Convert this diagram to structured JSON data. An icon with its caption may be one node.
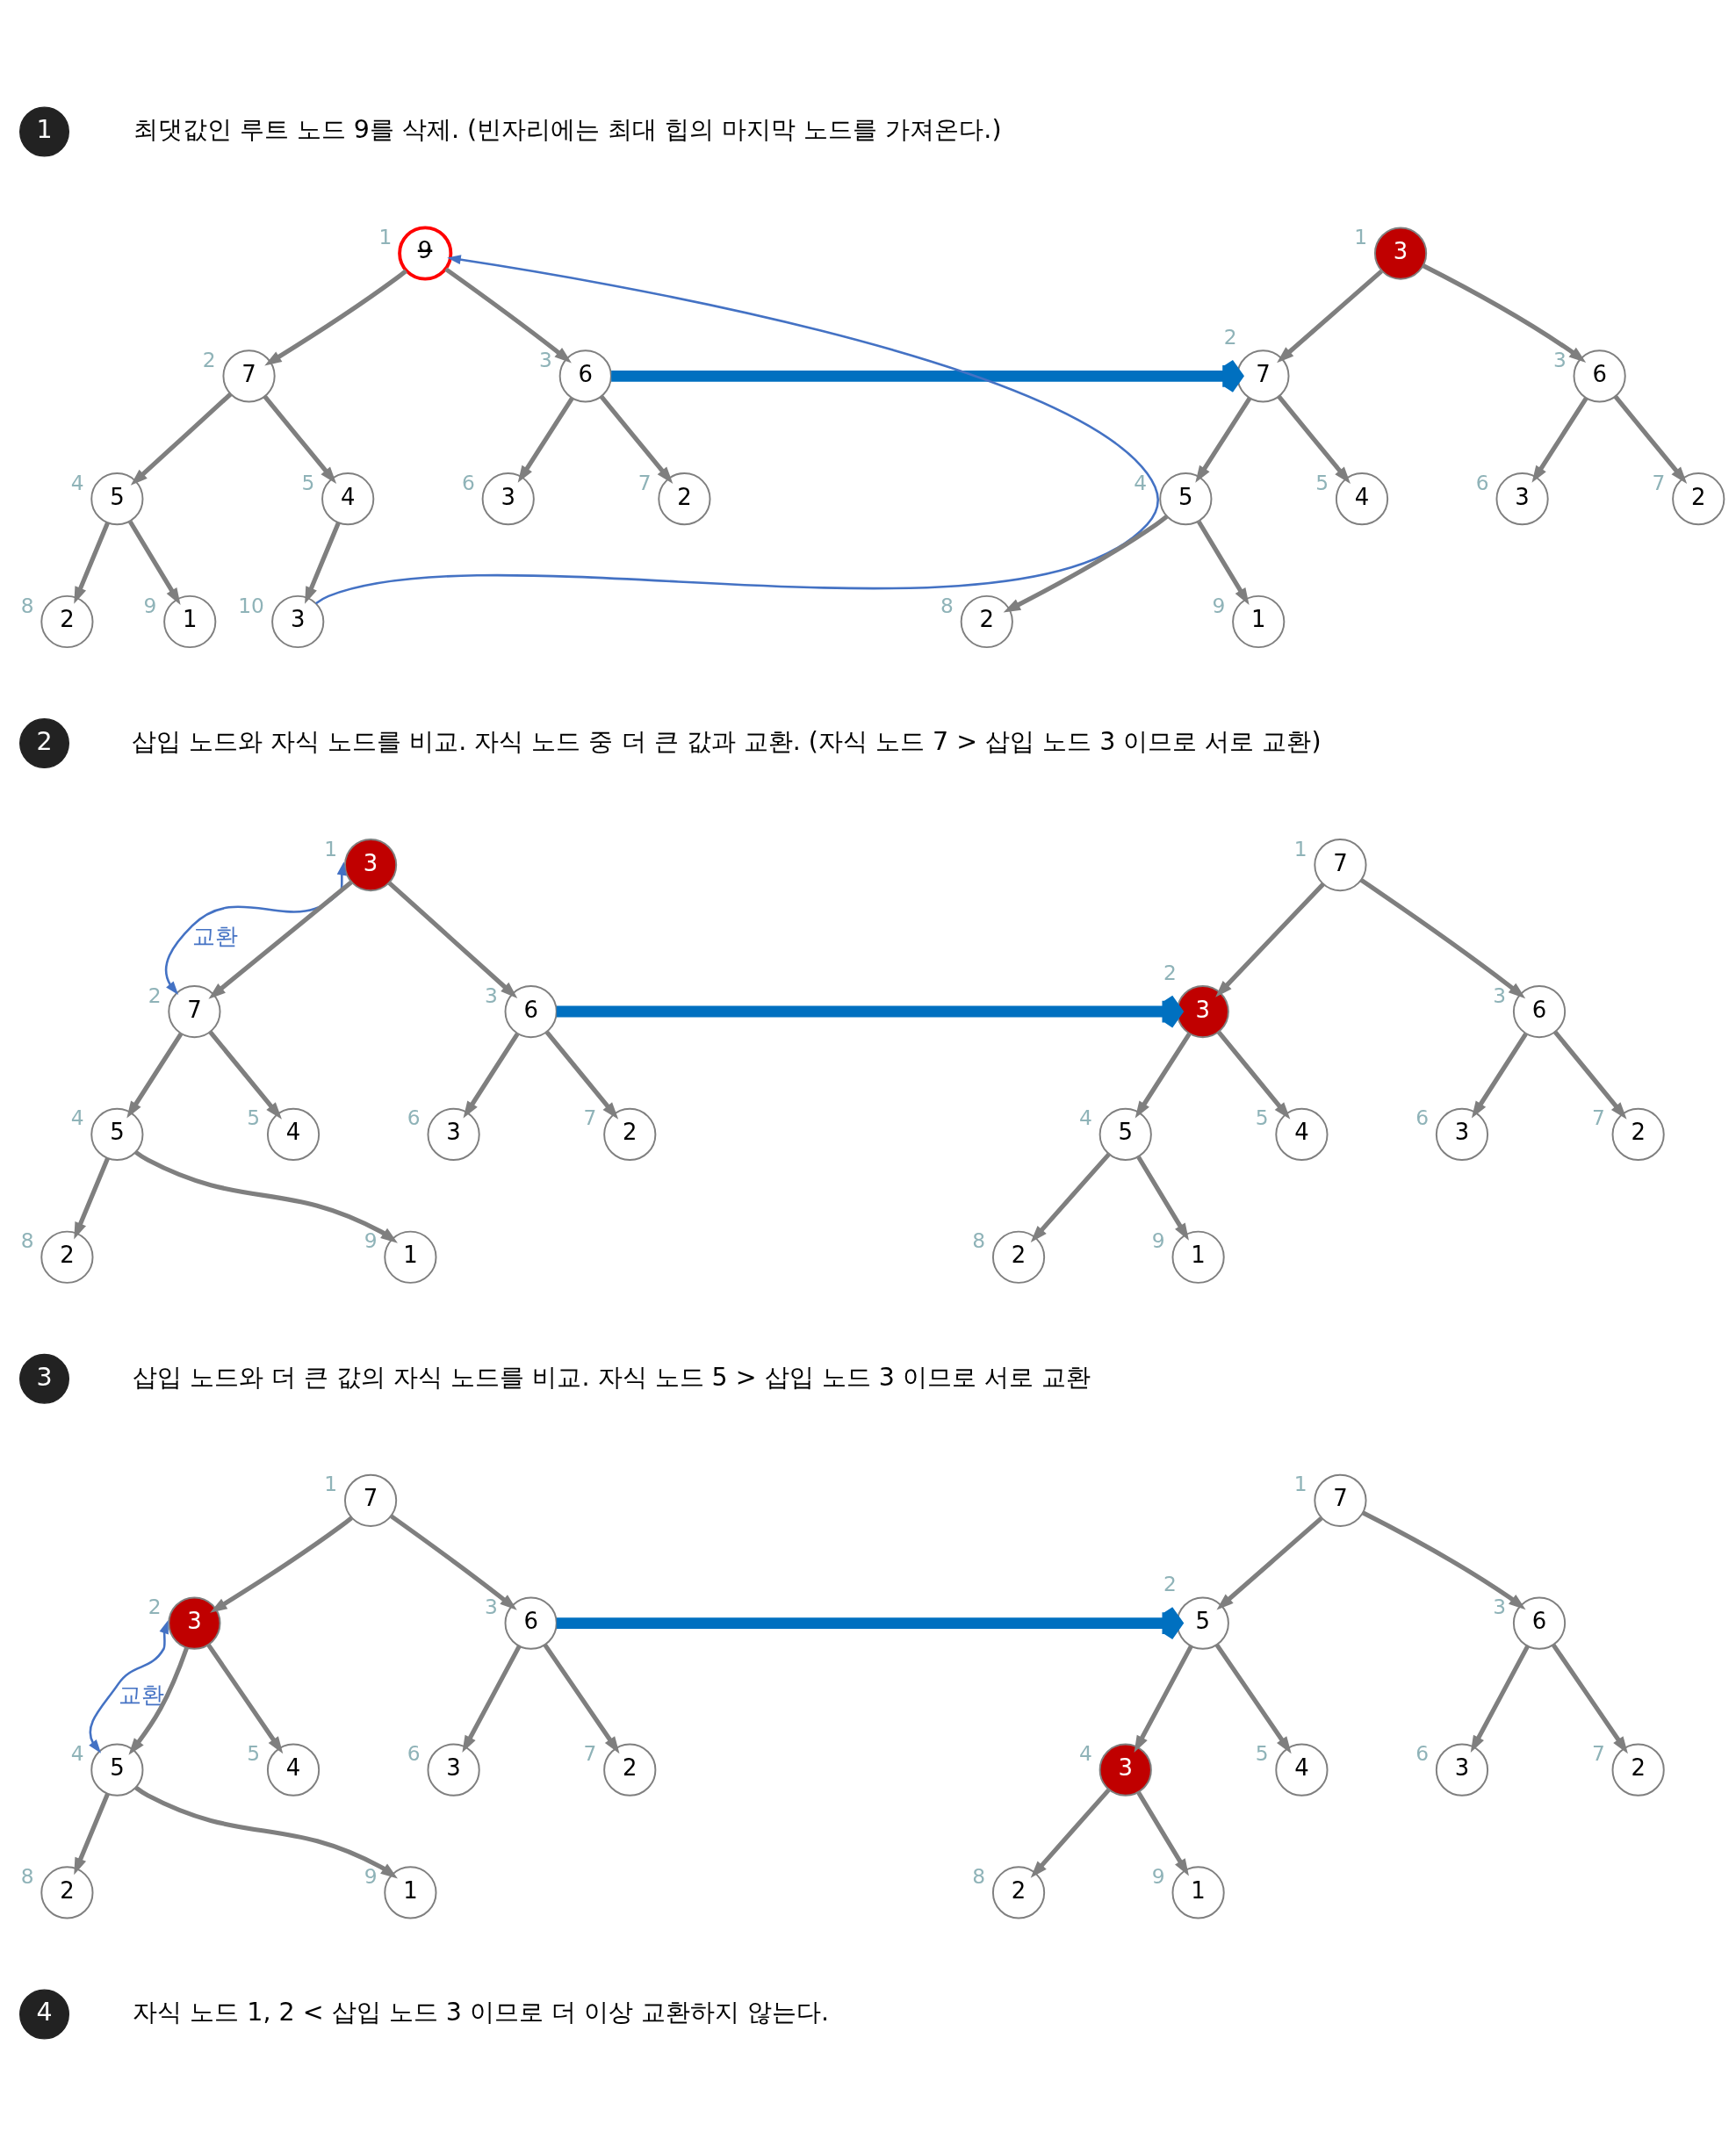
{
  "diagram": {
    "nodes": [
      {
        "text": [
          "1"
        ]
      },
      {
        "text": [
          "9"
        ],
        "beside": [
          "1"
        ]
      },
      {
        "text": [
          "7"
        ],
        "beside": [
          "2"
        ]
      },
      {
        "text": [
          "6"
        ],
        "beside": [
          "3"
        ]
      },
      {
        "text": [
          "5"
        ],
        "beside": [
          "4"
        ]
      },
      {
        "text": [
          "4"
        ],
        "beside": [
          "5"
        ]
      },
      {
        "text": [
          "3"
        ],
        "beside": [
          "6"
        ]
      },
      {
        "text": [
          "2"
        ],
        "beside": [
          "7"
        ]
      },
      {
        "text": [
          "2"
        ],
        "beside": [
          "8"
        ]
      },
      {
        "text": [
          "1"
        ],
        "beside": [
          "9"
        ]
      },
      {
        "text": [
          "3"
        ],
        "beside": [
          "10"
        ]
      },
      {
        "text": [
          "3"
        ],
        "beside": [
          "1"
        ]
      },
      {
        "text": [
          "7"
        ],
        "beside": [
          "2"
        ]
      },
      {
        "text": [
          "6"
        ],
        "beside": [
          "3"
        ]
      },
      {
        "text": [
          "5"
        ],
        "beside": [
          "4"
        ]
      },
      {
        "text": [
          "4"
        ],
        "beside": [
          "5"
        ]
      },
      {
        "text": [
          "3"
        ],
        "beside": [
          "6"
        ]
      },
      {
        "text": [
          "2"
        ],
        "beside": [
          "7"
        ]
      },
      {
        "text": [
          "2"
        ],
        "beside": [
          "8"
        ]
      },
      {
        "text": [
          "1"
        ],
        "beside": [
          "9"
        ]
      },
      {
        "text": [
          "2"
        ]
      },
      {
        "text": [
          "3"
        ],
        "beside": [
          "1"
        ]
      },
      {
        "text": [
          "7"
        ],
        "beside": [
          "2"
        ]
      },
      {
        "text": [
          "6"
        ],
        "beside": [
          "3"
        ]
      },
      {
        "text": [
          "5"
        ],
        "beside": [
          "4"
        ]
      },
      {
        "text": [
          "4"
        ],
        "beside": [
          "5"
        ]
      },
      {
        "text": [
          "3"
        ],
        "beside": [
          "6"
        ]
      },
      {
        "text": [
          "2"
        ],
        "beside": [
          "7"
        ]
      },
      {
        "text": [
          "2"
        ],
        "beside": [
          "8"
        ]
      },
      {
        "text": [
          "1"
        ],
        "beside": [
          "9"
        ]
      },
      {
        "text": [
          "7"
        ],
        "beside": [
          "1"
        ]
      },
      {
        "text": [
          "3"
        ],
        "beside": [
          "2"
        ]
      },
      {
        "text": [
          "6"
        ],
        "beside": [
          "3"
        ]
      },
      {
        "text": [
          "5"
        ],
        "beside": [
          "4"
        ]
      },
      {
        "text": [
          "4"
        ],
        "beside": [
          "5"
        ]
      },
      {
        "text": [
          "3"
        ],
        "beside": [
          "6"
        ]
      },
      {
        "text": [
          "2"
        ],
        "beside": [
          "7"
        ]
      },
      {
        "text": [
          "2"
        ],
        "beside": [
          "8"
        ]
      },
      {
        "text": [
          "1"
        ],
        "beside": [
          "9"
        ]
      },
      {
        "text": [
          "3"
        ]
      },
      {
        "text": [
          "7"
        ],
        "beside": [
          "1"
        ]
      },
      {
        "text": [
          "3"
        ],
        "beside": [
          "2"
        ]
      },
      {
        "text": [
          "6"
        ],
        "beside": [
          "3"
        ]
      },
      {
        "text": [
          "5"
        ],
        "beside": [
          "4"
        ]
      },
      {
        "text": [
          "4"
        ],
        "beside": [
          "5"
        ]
      },
      {
        "text": [
          "3"
        ],
        "beside": [
          "6"
        ]
      },
      {
        "text": [
          "2"
        ],
        "beside": [
          "7"
        ]
      },
      {
        "text": [
          "2"
        ],
        "beside": [
          "8"
        ]
      },
      {
        "text": [
          "1"
        ],
        "beside": [
          "9"
        ]
      },
      {
        "text": [
          "7"
        ],
        "beside": [
          "1"
        ]
      },
      {
        "text": [
          "5"
        ],
        "beside": [
          "2"
        ]
      },
      {
        "text": [
          "6"
        ],
        "beside": [
          "3"
        ]
      },
      {
        "text": [
          "3"
        ],
        "beside": [
          "4"
        ]
      },
      {
        "text": [
          "4"
        ],
        "beside": [
          "5"
        ]
      },
      {
        "text": [
          "3"
        ],
        "beside": [
          "6"
        ]
      },
      {
        "text": [
          "2"
        ],
        "beside": [
          "7"
        ]
      },
      {
        "text": [
          "2"
        ],
        "beside": [
          "8"
        ]
      },
      {
        "text": [
          "1"
        ],
        "beside": [
          "9"
        ]
      },
      {
        "text": [
          "4"
        ]
      }
    ],
    "edges": [
      {
        "from": 1,
        "to": 2,
        "arrow": "to"
      },
      {
        "from": 1,
        "to": 3,
        "arrow": "to"
      },
      {
        "from": 2,
        "to": 4,
        "arrow": "to"
      },
      {
        "from": 2,
        "to": 5,
        "arrow": "to"
      },
      {
        "from": 3,
        "to": 6,
        "arrow": "to"
      },
      {
        "from": 3,
        "to": 7,
        "arrow": "to"
      },
      {
        "from": 4,
        "to": 8,
        "arrow": "to"
      },
      {
        "from": 4,
        "to": 9,
        "arrow": "to"
      },
      {
        "from": 5,
        "to": 10,
        "arrow": "to"
      },
      {
        "from": 10,
        "to": 1,
        "arrow": "to",
        "color": "#4472c4"
      },
      {
        "from": 3,
        "to": 12,
        "arrow": "to",
        "style": "thick",
        "color": "#0070c0"
      },
      {
        "from": 11,
        "to": 12,
        "arrow": "to"
      },
      {
        "from": 11,
        "to": 13,
        "arrow": "to"
      },
      {
        "from": 12,
        "to": 14,
        "arrow": "to"
      },
      {
        "from": 12,
        "to": 15,
        "arrow": "to"
      },
      {
        "from": 13,
        "to": 16,
        "arrow": "to"
      },
      {
        "from": 13,
        "to": 17,
        "arrow": "to"
      },
      {
        "from": 14,
        "to": 18,
        "arrow": "to"
      },
      {
        "from": 14,
        "to": 19,
        "arrow": "to"
      },
      {
        "from": 21,
        "to": 22,
        "arrow": "both",
        "label": "교환",
        "color": "#4472c4"
      },
      {
        "from": 21,
        "to": 22,
        "arrow": "to"
      },
      {
        "from": 21,
        "to": 23,
        "arrow": "to"
      },
      {
        "from": 22,
        "to": 24,
        "arrow": "to"
      },
      {
        "from": 22,
        "to": 25,
        "arrow": "to"
      },
      {
        "from": 23,
        "to": 26,
        "arrow": "to"
      },
      {
        "from": 23,
        "to": 27,
        "arrow": "to"
      },
      {
        "from": 24,
        "to": 28,
        "arrow": "to"
      },
      {
        "from": 24,
        "to": 29,
        "arrow": "to"
      },
      {
        "from": 23,
        "to": 31,
        "arrow": "to",
        "style": "thick",
        "color": "#0070c0"
      },
      {
        "from": 30,
        "to": 31,
        "arrow": "to"
      },
      {
        "from": 30,
        "to": 32,
        "arrow": "to"
      },
      {
        "from": 31,
        "to": 33,
        "arrow": "to"
      },
      {
        "from": 31,
        "to": 34,
        "arrow": "to"
      },
      {
        "from": 32,
        "to": 35,
        "arrow": "to"
      },
      {
        "from": 32,
        "to": 36,
        "arrow": "to"
      },
      {
        "from": 33,
        "to": 37,
        "arrow": "to"
      },
      {
        "from": 33,
        "to": 38,
        "arrow": "to"
      },
      {
        "from": 40,
        "to": 41,
        "arrow": "to"
      },
      {
        "from": 40,
        "to": 42,
        "arrow": "to"
      },
      {
        "from": 41,
        "to": 43,
        "arrow": "both",
        "label": "교환",
        "color": "#4472c4"
      },
      {
        "from": 41,
        "to": 43,
        "arrow": "to"
      },
      {
        "from": 41,
        "to": 44,
        "arrow": "to"
      },
      {
        "from": 42,
        "to": 45,
        "arrow": "to"
      },
      {
        "from": 42,
        "to": 46,
        "arrow": "to"
      },
      {
        "from": 43,
        "to": 47,
        "arrow": "to"
      },
      {
        "from": 43,
        "to": 48,
        "arrow": "to"
      },
      {
        "from": 42,
        "to": 50,
        "arrow": "to",
        "style": "thick",
        "color": "#0070c0"
      },
      {
        "from": 49,
        "to": 50,
        "arrow": "to"
      },
      {
        "from": 49,
        "to": 51,
        "arrow": "to"
      },
      {
        "from": 50,
        "to": 52,
        "arrow": "to"
      },
      {
        "from": 50,
        "to": 53,
        "arrow": "to"
      },
      {
        "from": 51,
        "to": 54,
        "arrow": "to"
      },
      {
        "from": 51,
        "to": 55,
        "arrow": "to"
      },
      {
        "from": 52,
        "to": 56,
        "arrow": "to"
      },
      {
        "from": 52,
        "to": 57,
        "arrow": "to"
      }
    ],
    "labels": [
      "최댓값인 루트 노드 9를 삭제. (빈자리에는 최대 힙의 마지막 노드를 가져온다.)",
      "삽입 노드와 자식 노드를 비교. 자식 노드 중 더 큰 값과 교환. (자식 노드 7 > 삽입 노드 3 이므로 서로 교환)",
      "삽입 노드와 더 큰 값의 자식 노드를 비교. 자식 노드 5 > 삽입 노드 3 이므로 서로 교환",
      "자식 노드 1, 2 < 삽입 노드 3 이므로 더 이상 교환하지 않는다."
    ]
  }
}
